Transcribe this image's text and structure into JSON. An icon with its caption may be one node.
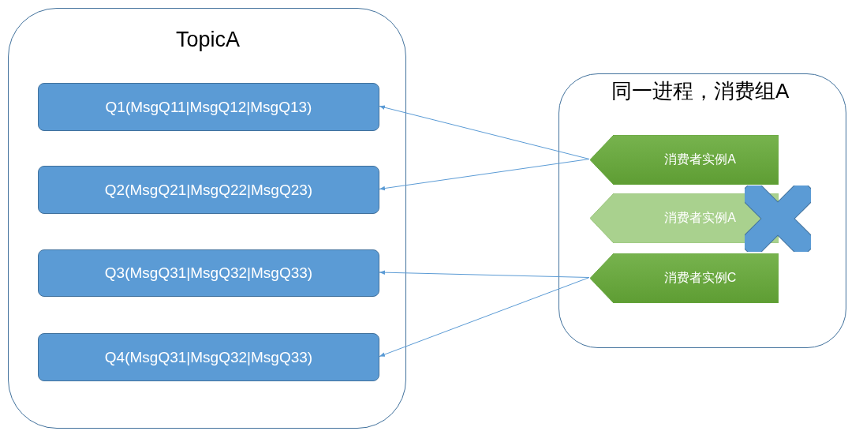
{
  "diagram": {
    "nodes": [
      {
        "text": [
          "TopicA"
        ]
      },
      {
        "text": [
          "Q1(MsgQ11|MsgQ12|MsgQ13)"
        ],
        "in": 0
      },
      {
        "text": [
          "Q2(MsgQ21|MsgQ22|MsgQ23)"
        ],
        "in": 0
      },
      {
        "text": [
          "Q3(MsgQ31|MsgQ32|MsgQ33)"
        ],
        "in": 0
      },
      {
        "text": [
          "Q4(MsgQ31|MsgQ32|MsgQ33)"
        ],
        "in": 0
      },
      {
        "text": [
          "同一进程，消费组A"
        ]
      },
      {
        "text": [
          "消费者实例A"
        ],
        "in": 5
      },
      {
        "text": [
          "消费者实例A"
        ],
        "in": 5
      },
      {
        "text": [
          "消费者实例C"
        ],
        "in": 5
      }
    ],
    "edges": [
      {
        "from": 6,
        "to": 1,
        "arrow": "to"
      },
      {
        "from": 6,
        "to": 2,
        "arrow": "to"
      },
      {
        "from": 8,
        "to": 3,
        "arrow": "to"
      },
      {
        "from": 8,
        "to": 4,
        "arrow": "to"
      }
    ]
  }
}
